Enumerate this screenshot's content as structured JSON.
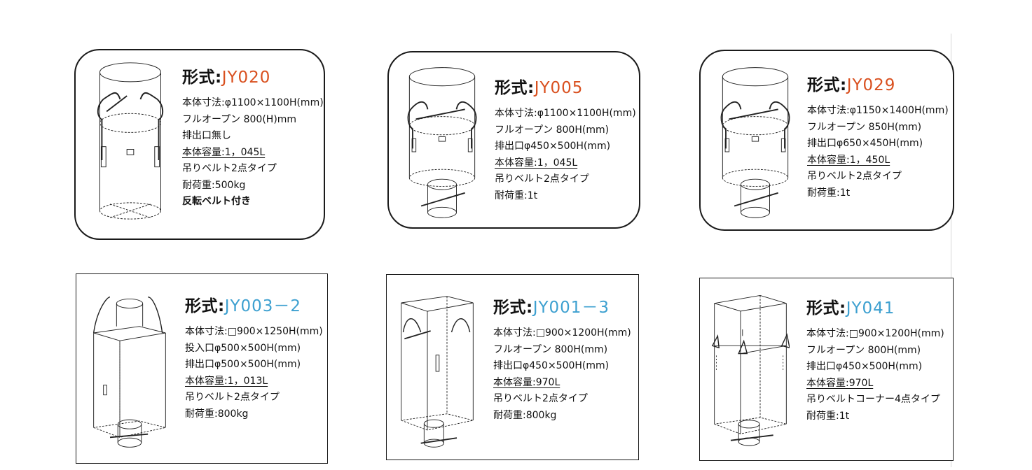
{
  "colors": {
    "orange": "#d9501f",
    "blue": "#3da0d0",
    "outline": "#1a1a1a"
  },
  "cards": [
    {
      "prefix": "形式:",
      "code": "JY020",
      "code_color": "orange",
      "drawing_icon": "round-bag-top-open-icon",
      "lines": [
        "本体寸法:φ1100×1100H(mm)",
        "フルオープン 800(H)mm",
        "排出口無し",
        "本体容量:1，045L",
        "吊りベルト2点タイプ",
        "耐荷重:500kg",
        "反転ベルト付き"
      ]
    },
    {
      "prefix": "形式:",
      "code": "JY005",
      "code_color": "orange",
      "drawing_icon": "round-bag-spout-icon",
      "lines": [
        "本体寸法:φ1100×1100H(mm)",
        "フルオープン 800H(mm)",
        "排出口φ450×500H(mm)",
        "本体容量:1，045L",
        "吊りベルト2点タイプ",
        "耐荷重:1t"
      ]
    },
    {
      "prefix": "形式:",
      "code": "JY029",
      "code_color": "orange",
      "drawing_icon": "round-bag-spout-icon",
      "lines": [
        "本体寸法:φ1150×1400H(mm)",
        "フルオープン 850H(mm)",
        "排出口φ650×450H(mm)",
        "本体容量:1，450L",
        "吊りベルト2点タイプ",
        "耐荷重:1t"
      ]
    },
    {
      "prefix": "形式:",
      "code": "JY003－2",
      "code_color": "blue",
      "drawing_icon": "square-bag-inlet-spout-icon",
      "lines": [
        "本体寸法:□900×1250H(mm)",
        "投入口φ500×500H(mm)",
        "排出口φ500×500H(mm)",
        "本体容量:1，013L",
        "吊りベルト2点タイプ",
        "耐荷重:800kg"
      ]
    },
    {
      "prefix": "形式:",
      "code": "JY001－3",
      "code_color": "blue",
      "drawing_icon": "square-bag-spout-icon",
      "lines": [
        "本体寸法:□900×1200H(mm)",
        "フルオープン 800H(mm)",
        "排出口φ450×500H(mm)",
        "本体容量:970L",
        "吊りベルト2点タイプ",
        "耐荷重:800kg"
      ]
    },
    {
      "prefix": "形式:",
      "code": "JY041",
      "code_color": "blue",
      "drawing_icon": "square-bag-corner-loop-icon",
      "lines": [
        "本体寸法:□900×1200H(mm)",
        "フルオープン 800H(mm)",
        "排出口φ450×500H(mm)",
        "本体容量:970L",
        "吊りベルトコーナー4点タイプ",
        "耐荷重:1t"
      ]
    }
  ]
}
